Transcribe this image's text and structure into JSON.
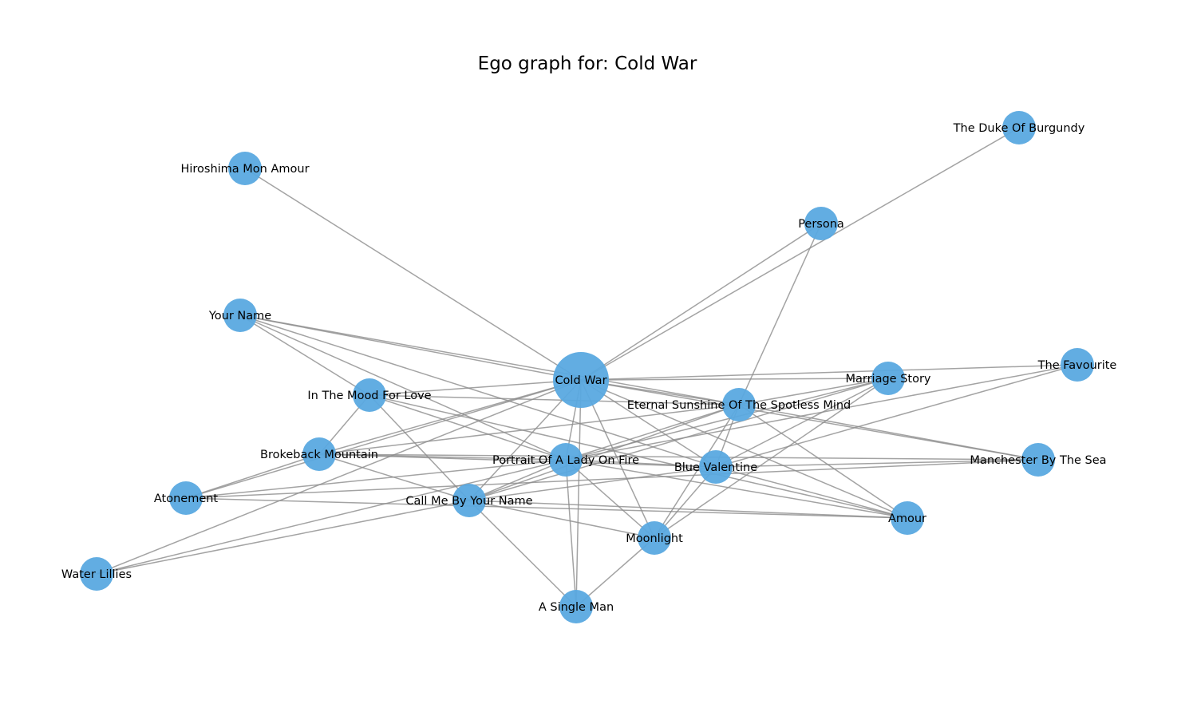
{
  "title": "Ego graph for: Cold War",
  "colors": {
    "node": "#5aa9e0",
    "edge": "#8c8c8c",
    "label": "#000000"
  },
  "graph": {
    "center": "Cold War",
    "nodes": [
      "Cold War",
      "The Duke Of Burgundy",
      "Hiroshima Mon Amour",
      "Persona",
      "Your Name",
      "The Favourite",
      "Marriage Story",
      "In The Mood For Love",
      "Eternal Sunshine Of The Spotless Mind",
      "Brokeback Mountain",
      "Portrait Of A Lady On Fire",
      "Blue Valentine",
      "Manchester By The Sea",
      "Atonement",
      "Call Me By Your Name",
      "Amour",
      "Moonlight",
      "Water Lillies",
      "A Single Man"
    ],
    "edges": [
      [
        "Cold War",
        "Hiroshima Mon Amour"
      ],
      [
        "Cold War",
        "Persona"
      ],
      [
        "Cold War",
        "The Duke Of Burgundy"
      ],
      [
        "Cold War",
        "Your Name"
      ],
      [
        "Cold War",
        "The Favourite"
      ],
      [
        "Cold War",
        "Marriage Story"
      ],
      [
        "Cold War",
        "Manchester By The Sea"
      ],
      [
        "Cold War",
        "Amour"
      ],
      [
        "Cold War",
        "Moonlight"
      ],
      [
        "Cold War",
        "A Single Man"
      ],
      [
        "Cold War",
        "Portrait Of A Lady On Fire"
      ],
      [
        "Cold War",
        "Call Me By Your Name"
      ],
      [
        "Cold War",
        "Brokeback Mountain"
      ],
      [
        "Cold War",
        "Water Lillies"
      ],
      [
        "Cold War",
        "Blue Valentine"
      ],
      [
        "Cold War",
        "In The Mood For Love"
      ],
      [
        "Cold War",
        "Eternal Sunshine Of The Spotless Mind"
      ],
      [
        "Cold War",
        "Atonement"
      ],
      [
        "Your Name",
        "Eternal Sunshine Of The Spotless Mind"
      ],
      [
        "Your Name",
        "In The Mood For Love"
      ],
      [
        "Your Name",
        "Portrait Of A Lady On Fire"
      ],
      [
        "Your Name",
        "Blue Valentine"
      ],
      [
        "Persona",
        "Eternal Sunshine Of The Spotless Mind"
      ],
      [
        "In The Mood For Love",
        "Brokeback Mountain"
      ],
      [
        "In The Mood For Love",
        "Call Me By Your Name"
      ],
      [
        "In The Mood For Love",
        "Portrait Of A Lady On Fire"
      ],
      [
        "In The Mood For Love",
        "Eternal Sunshine Of The Spotless Mind"
      ],
      [
        "In The Mood For Love",
        "Amour"
      ],
      [
        "Brokeback Mountain",
        "Portrait Of A Lady On Fire"
      ],
      [
        "Brokeback Mountain",
        "Blue Valentine"
      ],
      [
        "Brokeback Mountain",
        "Call Me By Your Name"
      ],
      [
        "Brokeback Mountain",
        "Manchester By The Sea"
      ],
      [
        "Brokeback Mountain",
        "Eternal Sunshine Of The Spotless Mind"
      ],
      [
        "Brokeback Mountain",
        "Atonement"
      ],
      [
        "Atonement",
        "Portrait Of A Lady On Fire"
      ],
      [
        "Atonement",
        "Amour"
      ],
      [
        "Atonement",
        "Manchester By The Sea"
      ],
      [
        "Water Lillies",
        "Call Me By Your Name"
      ],
      [
        "Water Lillies",
        "Portrait Of A Lady On Fire"
      ],
      [
        "Call Me By Your Name",
        "Portrait Of A Lady On Fire"
      ],
      [
        "Call Me By Your Name",
        "A Single Man"
      ],
      [
        "Call Me By Your Name",
        "Moonlight"
      ],
      [
        "Call Me By Your Name",
        "Eternal Sunshine Of The Spotless Mind"
      ],
      [
        "Call Me By Your Name",
        "Marriage Story"
      ],
      [
        "Call Me By Your Name",
        "Blue Valentine"
      ],
      [
        "Portrait Of A Lady On Fire",
        "Blue Valentine"
      ],
      [
        "Portrait Of A Lady On Fire",
        "Moonlight"
      ],
      [
        "Portrait Of A Lady On Fire",
        "A Single Man"
      ],
      [
        "Portrait Of A Lady On Fire",
        "Eternal Sunshine Of The Spotless Mind"
      ],
      [
        "Portrait Of A Lady On Fire",
        "Marriage Story"
      ],
      [
        "Portrait Of A Lady On Fire",
        "The Favourite"
      ],
      [
        "Portrait Of A Lady On Fire",
        "Amour"
      ],
      [
        "Eternal Sunshine Of The Spotless Mind",
        "Marriage Story"
      ],
      [
        "Eternal Sunshine Of The Spotless Mind",
        "Blue Valentine"
      ],
      [
        "Eternal Sunshine Of The Spotless Mind",
        "Moonlight"
      ],
      [
        "Eternal Sunshine Of The Spotless Mind",
        "Amour"
      ],
      [
        "Eternal Sunshine Of The Spotless Mind",
        "Manchester By The Sea"
      ],
      [
        "Blue Valentine",
        "Moonlight"
      ],
      [
        "Blue Valentine",
        "Amour"
      ],
      [
        "Blue Valentine",
        "Manchester By The Sea"
      ],
      [
        "Blue Valentine",
        "Marriage Story"
      ],
      [
        "Blue Valentine",
        "The Favourite"
      ],
      [
        "Moonlight",
        "A Single Man"
      ],
      [
        "Moonlight",
        "Marriage Story"
      ],
      [
        "Call Me By Your Name",
        "Amour"
      ]
    ]
  }
}
